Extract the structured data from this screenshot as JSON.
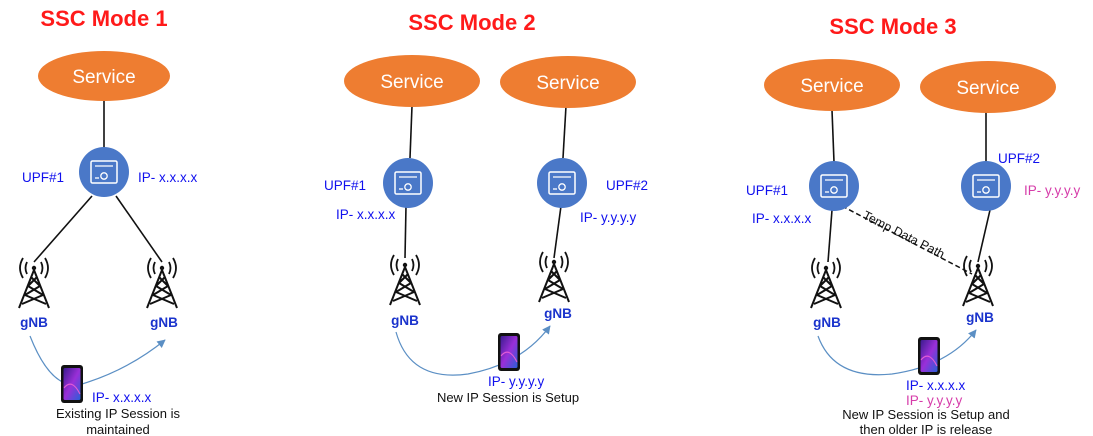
{
  "modes": [
    {
      "title": "SSC Mode 1",
      "services": [
        "Service"
      ],
      "upf_labels": [
        "UPF#1"
      ],
      "ip_labels": [
        "IP- x.x.x.x"
      ],
      "gnb_labels": [
        "gNB",
        "gNB"
      ],
      "ue_ip_lines": [
        "IP- x.x.x.x"
      ],
      "caption_lines": [
        "Existing IP Session is",
        "maintained"
      ]
    },
    {
      "title": "SSC Mode 2",
      "services": [
        "Service",
        "Service"
      ],
      "upf_labels": [
        "UPF#1",
        "UPF#2"
      ],
      "ip_labels": [
        "IP- x.x.x.x",
        "IP- y.y.y.y"
      ],
      "gnb_labels": [
        "gNB",
        "gNB"
      ],
      "ue_ip_lines": [
        "IP- y.y.y.y"
      ],
      "caption_lines": [
        "New IP Session is Setup"
      ]
    },
    {
      "title": "SSC Mode 3",
      "services": [
        "Service",
        "Service"
      ],
      "upf_labels": [
        "UPF#1",
        "UPF#2"
      ],
      "ip_labels": [
        "IP- x.x.x.x",
        "IP- y.y.y.y"
      ],
      "gnb_labels": [
        "gNB",
        "gNB"
      ],
      "temp_path_label": "Temp Data Path",
      "ue_ip_lines": [
        "IP- x.x.x.x",
        "IP- y.y.y.y"
      ],
      "caption_lines": [
        "New IP Session is Setup and",
        "then older IP is release"
      ]
    }
  ],
  "colors": {
    "title": "#ff1a1a",
    "service_fill": "#ee7d31",
    "upf_fill": "#4a78c8",
    "label_blue": "#1010ee",
    "label_pink": "#d63ca9",
    "gnb_text": "#1a33cc",
    "movement_arrow": "#5b8fc4"
  },
  "icons": [
    "service-cloud",
    "upf-router-icon",
    "gnb-tower-icon",
    "smartphone-icon"
  ]
}
